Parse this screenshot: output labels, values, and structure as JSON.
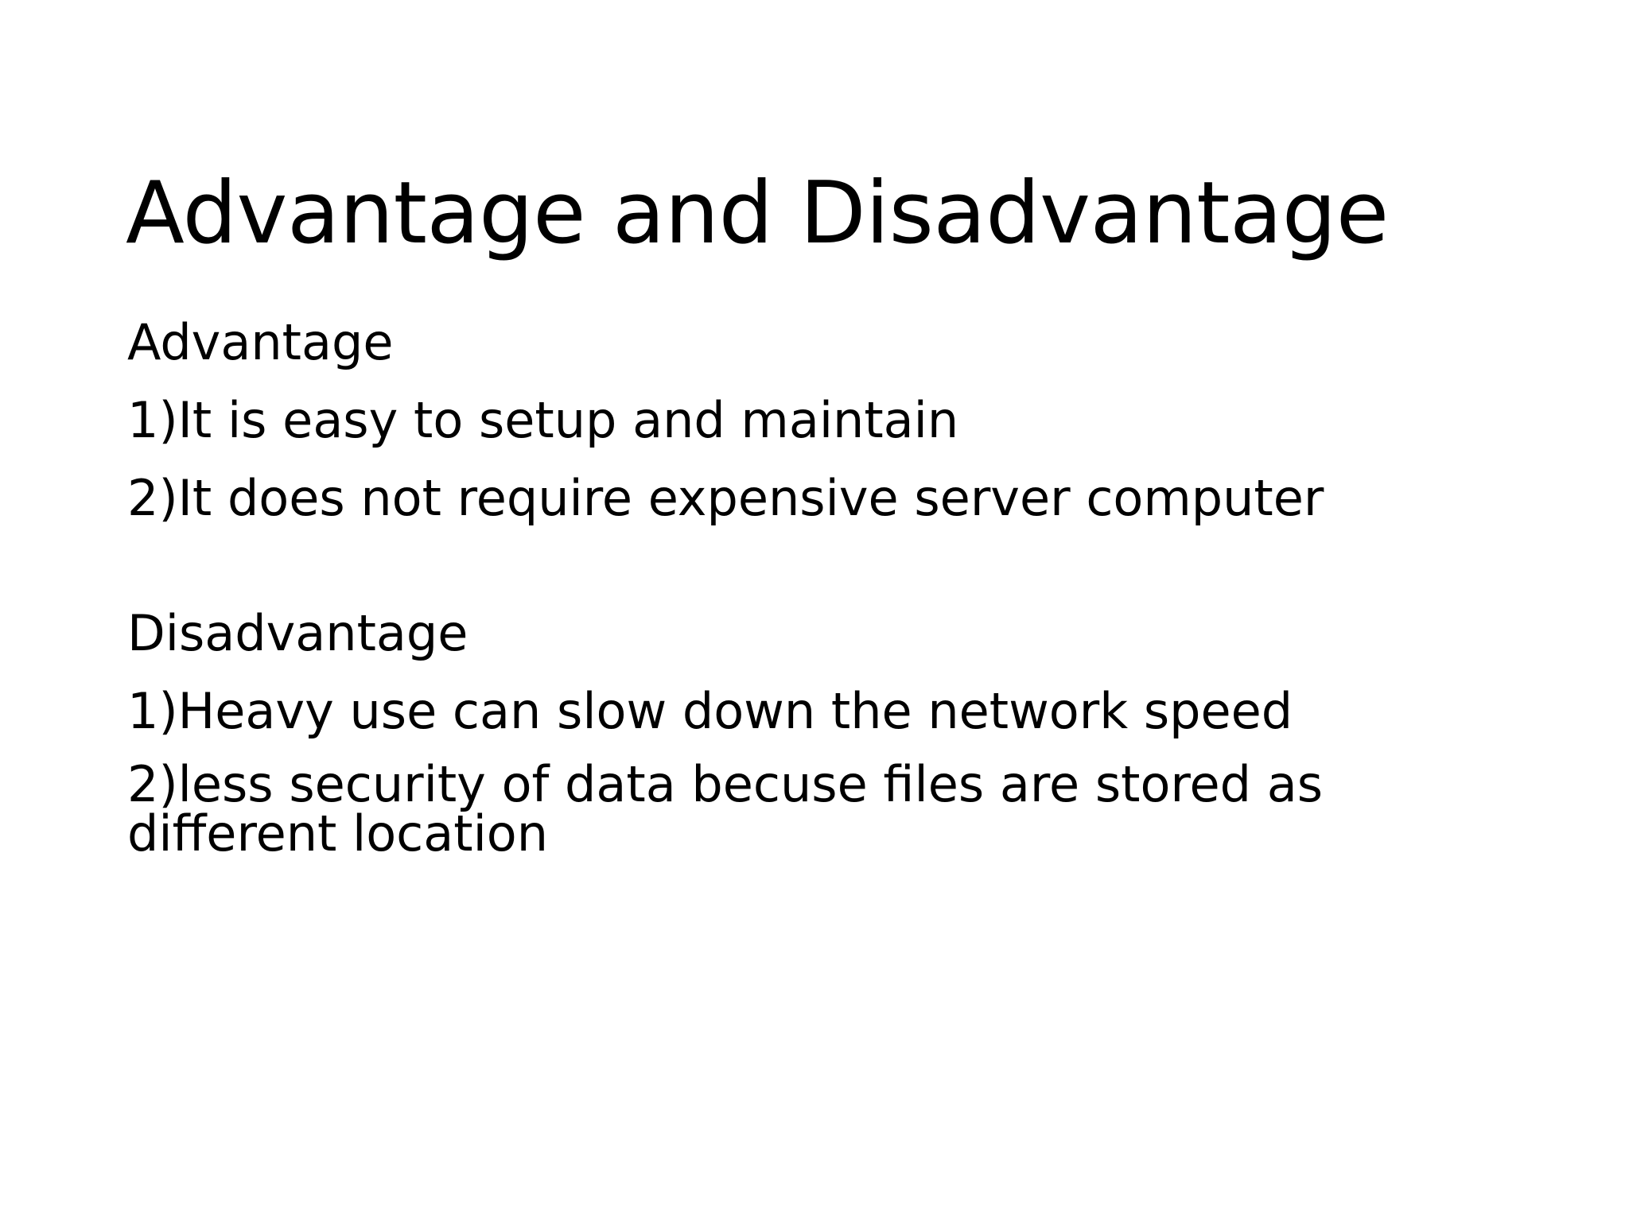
{
  "slide": {
    "title": "Advantage and Disadvantage",
    "background_color": "#ffffff",
    "text_color": "#000000",
    "sections": [
      {
        "heading": "Advantage",
        "items": [
          "1)It is easy to setup and maintain",
          "2)It does not require expensive server computer"
        ]
      },
      {
        "heading": "Disadvantage",
        "items": [
          "1)Heavy use can slow down the network speed",
          "2)less security of data becuse files are stored as different location"
        ]
      }
    ]
  }
}
